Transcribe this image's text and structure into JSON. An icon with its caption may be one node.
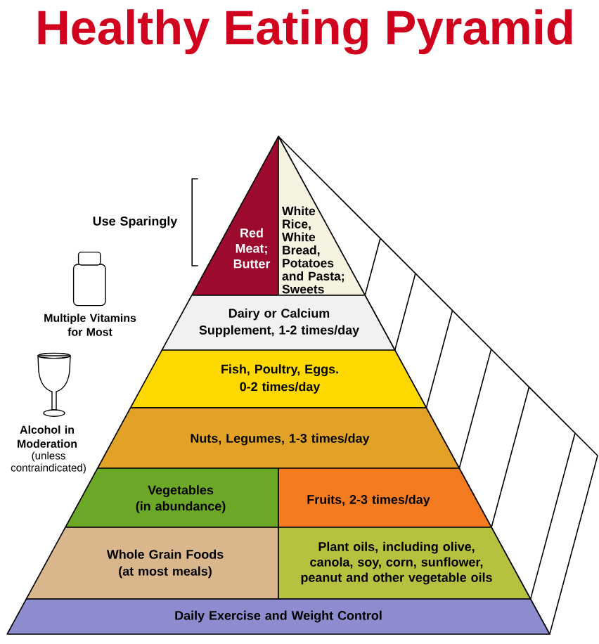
{
  "diagram": {
    "title": "Healthy Eating Pyramid",
    "nodes": [
      {
        "text": [
          "Red Meat; Butter"
        ]
      },
      {
        "text": [
          "White Rice, White Bread, Potatoes and Pasta; Sweets"
        ]
      },
      {
        "text": [
          "Dairy or Calcium Supplement, 1-2 times/day"
        ]
      },
      {
        "text": [
          "Fish, Poultry, Eggs. 0-2 times/day"
        ]
      },
      {
        "text": [
          "Nuts, Legumes, 1-3 times/day"
        ]
      },
      {
        "text": [
          "Vegetables",
          "(in abundance)"
        ]
      },
      {
        "text": [
          "Fruits, 2-3 times/day"
        ]
      },
      {
        "text": [
          "Whole Grain Foods",
          "(at most meals)"
        ]
      },
      {
        "text": [
          "Plant oils, including olive, canola, soy, corn, sunflower, peanut and other vegetable oils"
        ]
      },
      {
        "text": [
          "Daily Exercise and Weight Control"
        ]
      }
    ],
    "labels": [
      "Use Sparingly",
      "Multiple Vitamins for Most",
      "Alcohol in Moderation",
      "(unless contraindicated)"
    ]
  }
}
